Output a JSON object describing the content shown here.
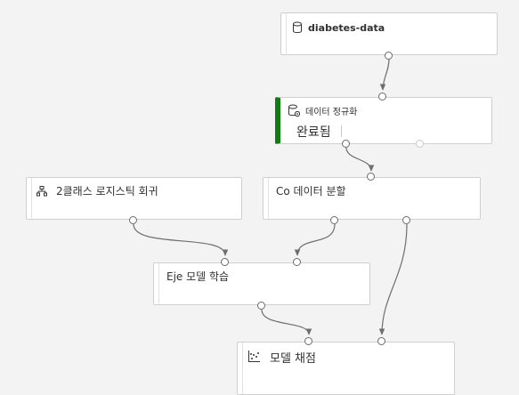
{
  "nodes": {
    "dataset": {
      "title": "diabetes-data",
      "icon": "database-icon"
    },
    "normalize": {
      "title": "데이터 정규화",
      "status": "완료됨",
      "icon": "database-settings-icon"
    },
    "logistic": {
      "title": "2클래스 로지스틱 회귀",
      "icon": "model-tree-icon"
    },
    "split": {
      "title": "Co 데이터 분할"
    },
    "train": {
      "title": "Eje 모델 학습"
    },
    "score": {
      "title": "모델 채점",
      "icon": "scatter-chart-icon"
    }
  },
  "colors": {
    "status_done": "#107c10",
    "wire": "#6e6e6e",
    "canvas": "#f3f3f3"
  }
}
